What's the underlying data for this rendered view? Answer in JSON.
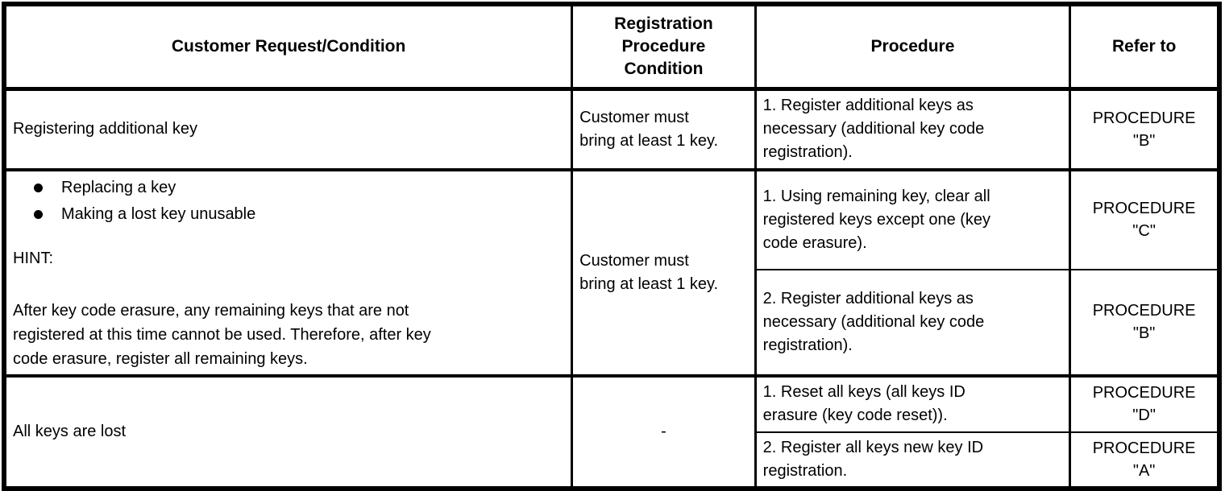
{
  "header": {
    "col1": "Customer Request/Condition",
    "col2_lines": [
      "Registration",
      "Procedure",
      "Condition"
    ],
    "col3": "Procedure",
    "col4": "Refer to"
  },
  "rows": {
    "r1": {
      "request": "Registering additional key",
      "condition_lines": [
        "Customer must",
        "bring at least 1 key."
      ],
      "procedure_lines": [
        "1. Register additional keys as",
        "necessary (additional key code",
        "registration)."
      ],
      "refer_lines": [
        "PROCEDURE",
        "\"B\""
      ]
    },
    "r2": {
      "bullets": [
        "Replacing a key",
        "Making a lost key unusable"
      ],
      "hint_label": "HINT:",
      "hint_lines": [
        "After key code erasure, any remaining keys that are not",
        "registered at this time cannot be used. Therefore, after key",
        "code erasure, register all remaining keys."
      ],
      "condition_lines": [
        "Customer must",
        "bring at least 1 key."
      ],
      "sub1": {
        "procedure_lines": [
          "1. Using remaining key, clear all",
          "registered keys except one (key",
          "code erasure)."
        ],
        "refer_lines": [
          "PROCEDURE",
          "\"C\""
        ]
      },
      "sub2": {
        "procedure_lines": [
          "2. Register additional keys as",
          "necessary (additional key code",
          "registration)."
        ],
        "refer_lines": [
          "PROCEDURE",
          "\"B\""
        ]
      }
    },
    "r3": {
      "request": "All keys are lost",
      "condition": "-",
      "sub1": {
        "procedure_lines": [
          "1. Reset all keys (all keys ID",
          "erasure (key code reset))."
        ],
        "refer_lines": [
          "PROCEDURE",
          "\"D\""
        ]
      },
      "sub2": {
        "procedure_lines": [
          "2. Register all keys new key ID",
          "registration."
        ],
        "refer_lines": [
          "PROCEDURE",
          "\"A\""
        ]
      }
    }
  }
}
